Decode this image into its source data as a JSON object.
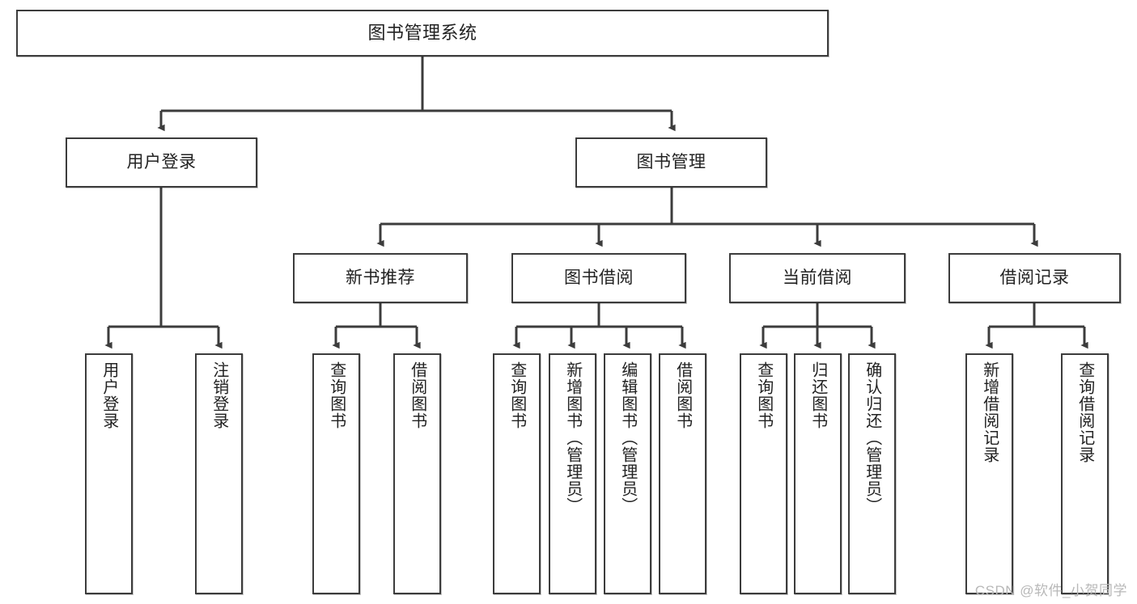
{
  "diagram": {
    "title": "图书管理系统",
    "type": "tree-hierarchy-chart",
    "watermark": "CSDN @软件_小贺同学",
    "colors": {
      "box_border": "#3c3c3c",
      "box_fill": "#ffffff",
      "connector": "#3c3c3c",
      "text": "#222222",
      "watermark": "#b8b8b8"
    },
    "nodes": {
      "root": {
        "label": "图书管理系统"
      },
      "level2": [
        {
          "label": "用户登录"
        },
        {
          "label": "图书管理"
        }
      ],
      "level3": [
        {
          "label": "新书推荐"
        },
        {
          "label": "图书借阅"
        },
        {
          "label": "当前借阅"
        },
        {
          "label": "借阅记录"
        }
      ],
      "leaves": [
        {
          "label": "用户登录"
        },
        {
          "label": "注销登录"
        },
        {
          "label": "查询图书"
        },
        {
          "label": "借阅图书"
        },
        {
          "label": "查询图书"
        },
        {
          "label": "新增图书（管理员）"
        },
        {
          "label": "编辑图书（管理员）"
        },
        {
          "label": "借阅图书"
        },
        {
          "label": "查询图书"
        },
        {
          "label": "归还图书"
        },
        {
          "label": "确认归还（管理员）"
        },
        {
          "label": "新增借阅记录"
        },
        {
          "label": "查询借阅记录"
        }
      ]
    }
  }
}
